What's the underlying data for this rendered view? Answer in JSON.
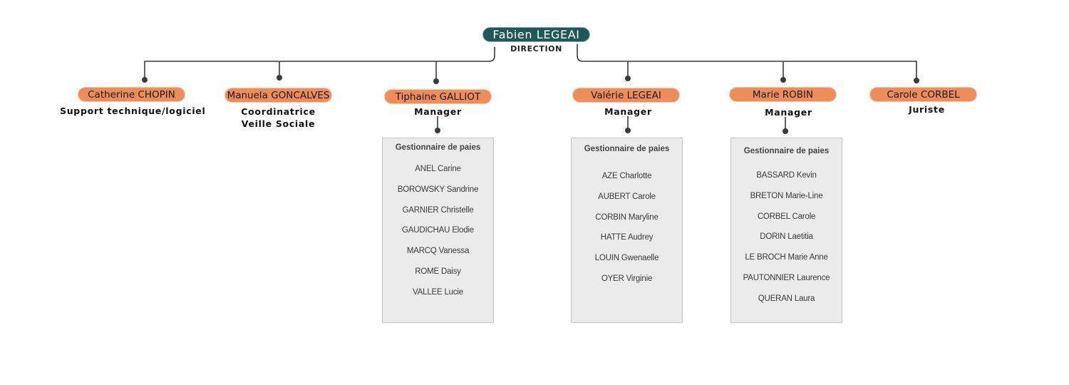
{
  "root": {
    "name": "Fabien LEGEAI",
    "role": "DIRECTION"
  },
  "members": [
    {
      "name": "Catherine CHOPIN",
      "role": "Support technique/logiciel"
    },
    {
      "name": "Manuela GONCALVES",
      "role": "Coordinatrice\nVeille Sociale"
    },
    {
      "name": "Tiphaine GALLIOT",
      "role": "Manager",
      "team": {
        "title": "Gestionnaire de paies",
        "members": [
          "ANEL Carine",
          "BOROWSKY Sandrine",
          "GARNIER Christelle",
          "GAUDICHAU Elodie",
          "MARCQ Vanessa",
          "ROME Daisy",
          "VALLEE Lucie"
        ]
      }
    },
    {
      "name": "Valérie LEGEAI",
      "role": "Manager",
      "team": {
        "title": "Gestionnaire de paies",
        "members": [
          "AZE Charlotte",
          "AUBERT Carole",
          "CORBIN Maryline",
          "HATTE Audrey",
          "LOUIN Gwenaelle",
          "OYER Virginie"
        ]
      }
    },
    {
      "name": "Marie ROBIN",
      "role": "Manager",
      "team": {
        "title": "Gestionnaire de paies",
        "members": [
          "BASSARD Kevin",
          "BRETON Marie-Line",
          "CORBEL Carole",
          "DORIN Laetitia",
          "LE BROCH Marie Anne",
          "PAUTONNIER Laurence",
          "QUERAN Laura"
        ]
      }
    },
    {
      "name": "Carole CORBEL",
      "role": "Juriste"
    }
  ],
  "colors": {
    "root": "#1e5958",
    "pill": "#ef8d5a",
    "team_box": "#ebebeb",
    "line": "#3a3a3a"
  }
}
